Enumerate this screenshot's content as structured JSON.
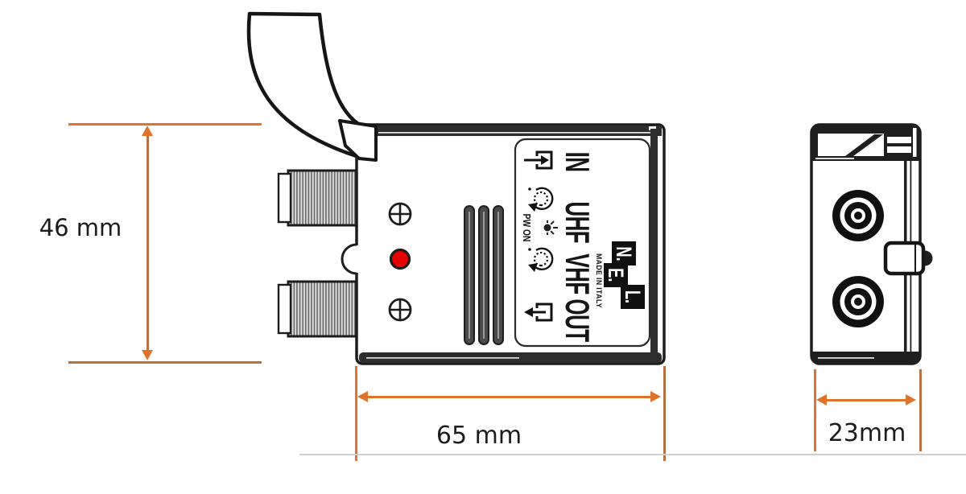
{
  "page": {
    "background": "#ffffff"
  },
  "colors": {
    "dimension_line": "#e0722a",
    "dimension_line_dark": "#b5713f",
    "led_red": "#e60000",
    "outline_ink": "#1c1c1c"
  },
  "dimensions": {
    "height": {
      "label": "46 mm"
    },
    "width": {
      "label": "65 mm"
    },
    "depth": {
      "label": "23mm"
    }
  },
  "device_label": {
    "ports": [
      "IN",
      "UHF",
      "VHF",
      "OUT"
    ],
    "power": "PW ON",
    "brand_letters": [
      "N.",
      "E.",
      "L."
    ],
    "brand_origin": "MADE IN ITALY",
    "icons": [
      "signal-input-icon",
      "uhf-gain-trimmer-icon",
      "power-led-icon",
      "vhf-gain-trimmer-icon",
      "signal-output-icon"
    ]
  }
}
